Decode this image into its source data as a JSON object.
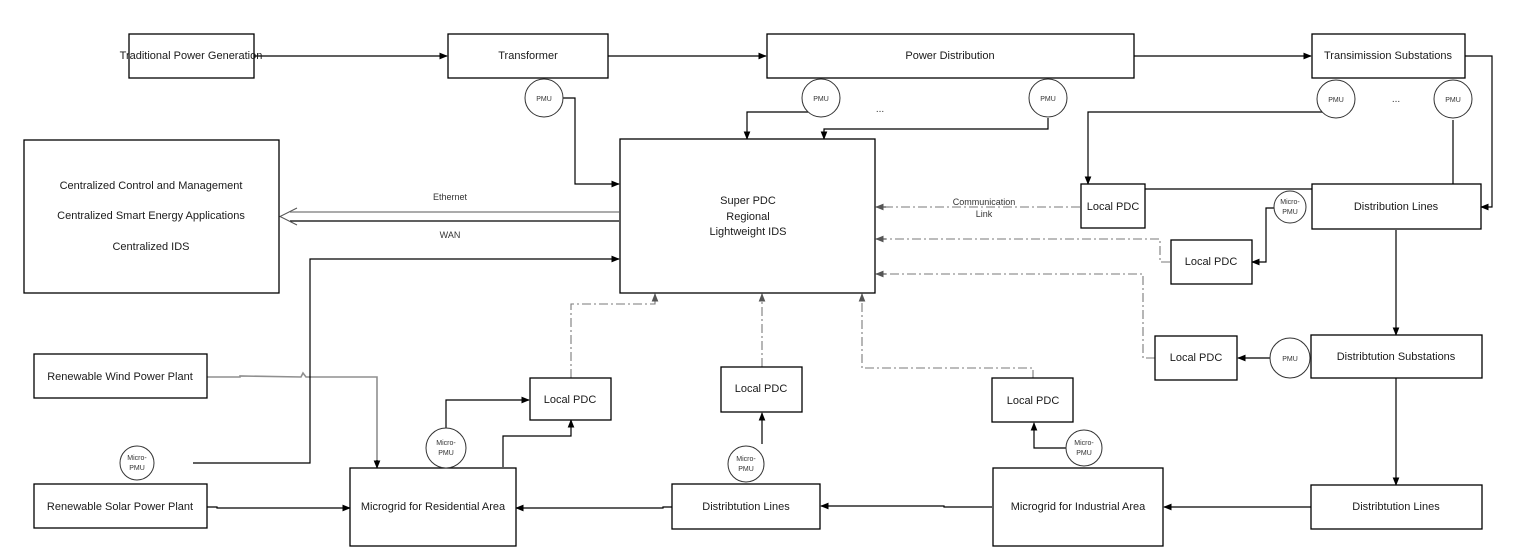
{
  "diagram": {
    "nodes": {
      "traditional_power_generation": "Traditional Power Generation",
      "transformer": "Transformer",
      "power_distribution": "Power Distribution",
      "transmission_substations": "Transimission Substations",
      "central_lines": [
        "Centralized Control and Management",
        "Centralized Smart Energy Applications",
        "Centralized IDS"
      ],
      "super_pdc_lines": [
        "Super PDC",
        "Regional",
        "Lightweight IDS"
      ],
      "local_pdc": "Local PDC",
      "distribution_lines_top": "Distribution Lines",
      "distribution_substations": "Distribtution Substations",
      "distribution_lines_bottom_right": "Distribtution Lines",
      "distribution_lines_bottom_center": "Distribtution Lines",
      "microgrid_industrial": "Microgrid for Industrial Area",
      "microgrid_residential": "Microgrid for Residential Area",
      "renewable_wind": "Renewable Wind Power Plant",
      "renewable_solar": "Renewable Solar Power Plant"
    },
    "pmu_label": "PMU",
    "micro_pmu_lines": [
      "Micro-",
      "PMU"
    ],
    "ellipsis": "...",
    "edge_labels": {
      "ethernet": "Ethernet",
      "wan": "WAN",
      "communication_link": [
        "Communication",
        "Link"
      ]
    },
    "colors": {
      "line": "#000000",
      "communication_link": "#7a7a7a",
      "ethernet_arrow": "#8f8f8f"
    }
  }
}
